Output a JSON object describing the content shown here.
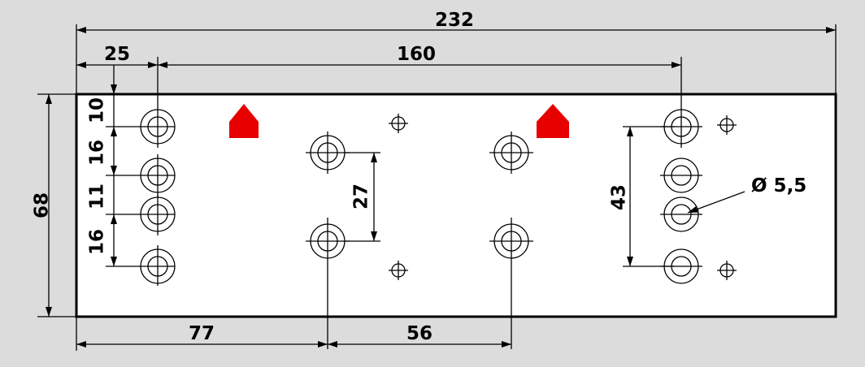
{
  "dimensions": {
    "total_width": "232",
    "left_offset": "25",
    "hole_span": "160",
    "height": "68",
    "left_spacings": [
      "10",
      "16",
      "11",
      "16"
    ],
    "center_vertical": "27",
    "right_vertical": "43",
    "hole_diameter": "Ø 5,5",
    "bottom_left": "77",
    "bottom_middle": "56"
  },
  "colors": {
    "background": "#dcdcdc",
    "plate_fill": "#ffffff",
    "line": "#000000",
    "arrow_marker": "#e60000"
  },
  "icons": [
    "house-arrow-icon",
    "house-arrow-icon"
  ]
}
